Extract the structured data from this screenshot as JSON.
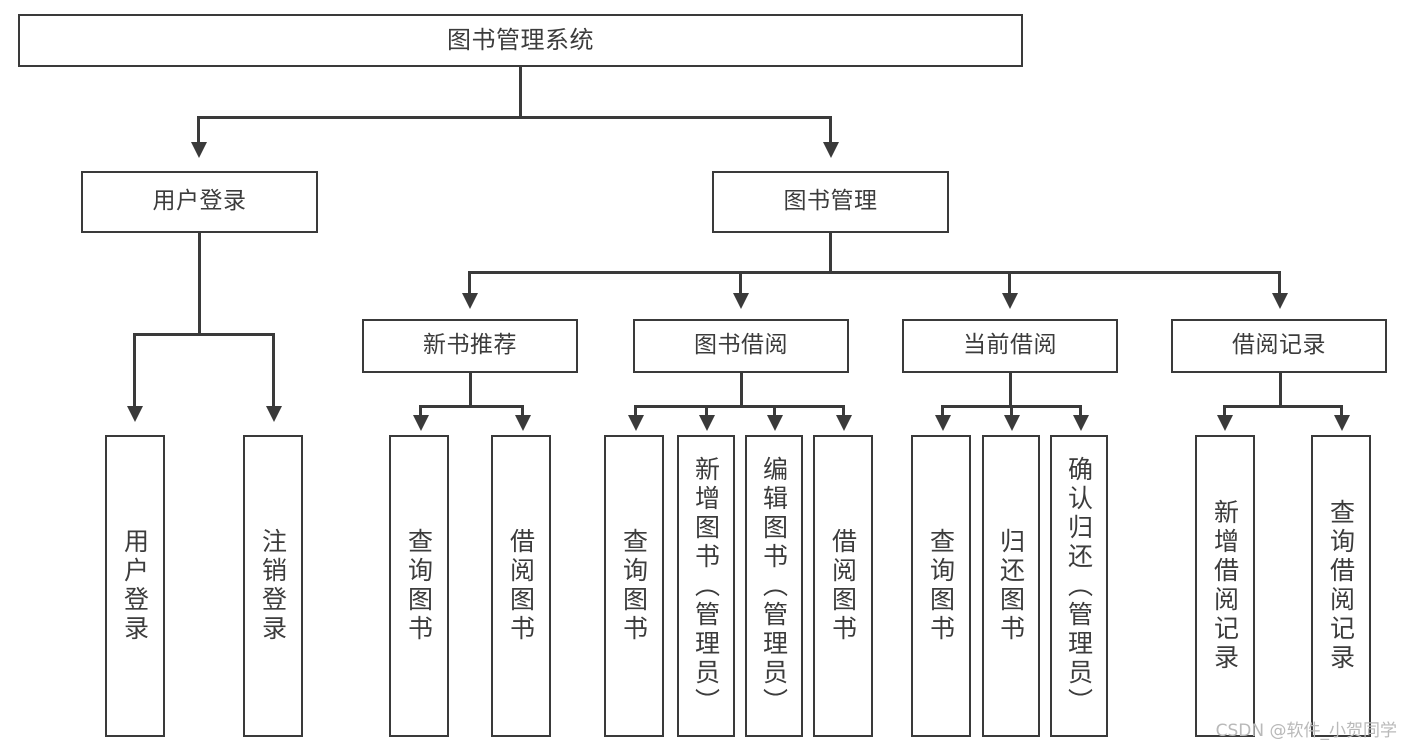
{
  "diagram": {
    "title": "图书管理系统",
    "type": "tree",
    "watermark": "CSDN @软件_小贺同学",
    "colors": {
      "stroke": "#3a3a3a",
      "fill": "#ffffff",
      "text": "#3c3c3c",
      "watermark": "#b9b9b9"
    },
    "levels": {
      "root": {
        "label": "图书管理系统"
      },
      "level2": [
        {
          "label": "用户登录"
        },
        {
          "label": "图书管理"
        }
      ],
      "level3": [
        {
          "label": "新书推荐"
        },
        {
          "label": "图书借阅"
        },
        {
          "label": "当前借阅"
        },
        {
          "label": "借阅记录"
        }
      ],
      "leaves": {
        "user_login": [
          {
            "label": "用户登录"
          },
          {
            "label": "注销登录"
          }
        ],
        "new_book_recommend": [
          {
            "label": "查询图书"
          },
          {
            "label": "借阅图书"
          }
        ],
        "book_borrow": [
          {
            "label": "查询图书"
          },
          {
            "label": "新增图书（管理员）"
          },
          {
            "label": "编辑图书（管理员）"
          },
          {
            "label": "借阅图书"
          }
        ],
        "current_borrow": [
          {
            "label": "查询图书"
          },
          {
            "label": "归还图书"
          },
          {
            "label": "确认归还（管理员）"
          }
        ],
        "borrow_record": [
          {
            "label": "新增借阅记录"
          },
          {
            "label": "查询借阅记录"
          }
        ]
      }
    }
  }
}
